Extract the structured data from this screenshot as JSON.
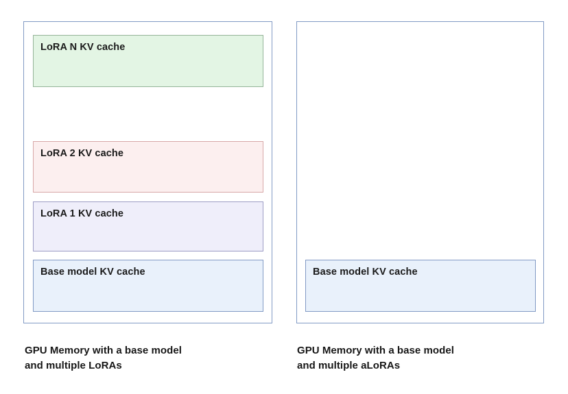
{
  "diagram": {
    "type": "two-panel-comparison",
    "title_present": false,
    "panels": [
      {
        "id": "left",
        "caption": "GPU Memory with a base model\nand multiple LoRAs",
        "border_color": "#8099c4",
        "background": "#ffffff",
        "blocks": [
          {
            "id": "lora-n-kv-cache",
            "label": "LoRA N KV cache",
            "fill": "#e3f5e4",
            "border": "#93b397"
          },
          {
            "id": "lora-2-kv-cache",
            "label": "LoRA 2 KV cache",
            "fill": "#fcefef",
            "border": "#d7a7a7"
          },
          {
            "id": "lora-1-kv-cache",
            "label": "LoRA 1 KV cache",
            "fill": "#efeefa",
            "border": "#9c9cc4"
          },
          {
            "id": "base-model-kv-cache",
            "label": "Base model KV cache",
            "fill": "#e9f1fb",
            "border": "#8099c4"
          }
        ]
      },
      {
        "id": "right",
        "caption": "GPU Memory with a base model\nand multiple aLoRAs",
        "border_color": "#8099c4",
        "background": "#ffffff",
        "blocks": [
          {
            "id": "base-model-kv-cache",
            "label": "Base model KV cache",
            "fill": "#e9f1fb",
            "border": "#8099c4"
          }
        ]
      }
    ]
  }
}
